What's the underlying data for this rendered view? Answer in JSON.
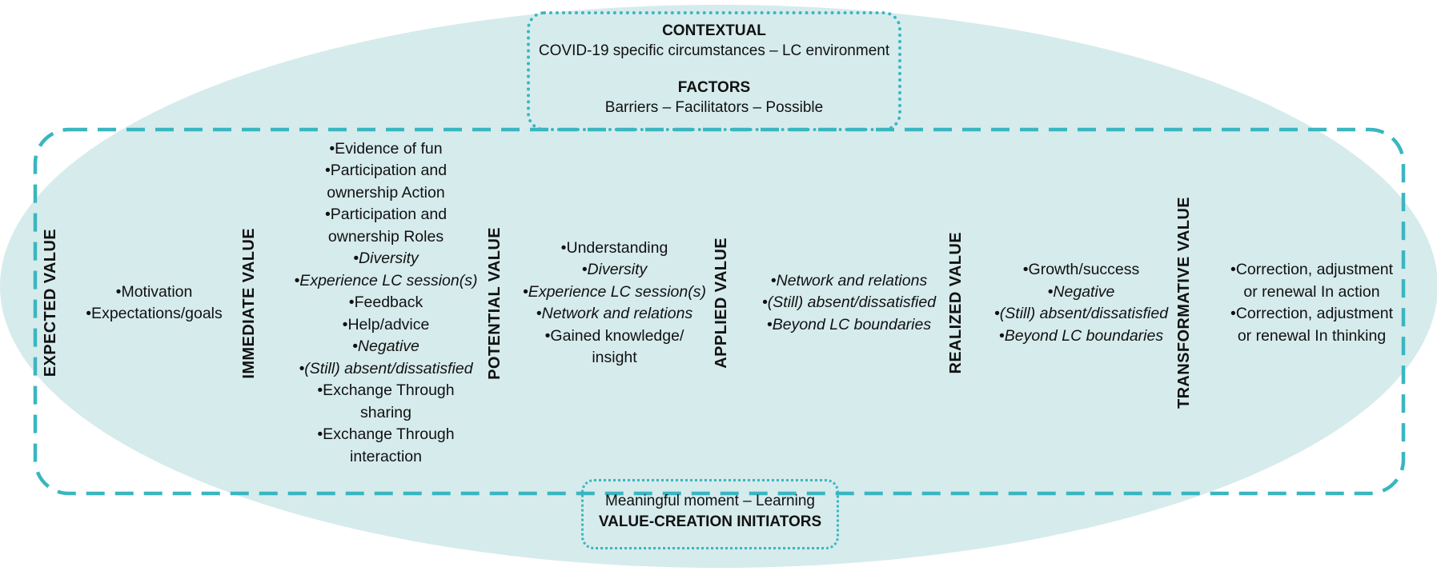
{
  "colors": {
    "ellipse_fill": "#d6ebec",
    "accent_teal": "#3ab6c0",
    "text": "#111111"
  },
  "bullet": "•",
  "top_box": {
    "title1": "CONTEXTUAL",
    "line1": "COVID-19 specific circumstances – LC environment",
    "title2": "FACTORS",
    "line2": "Barriers – Facilitators – Possible"
  },
  "bottom_box": {
    "line1": "Meaningful moment – Learning",
    "title": "VALUE-CREATION INITIATORS"
  },
  "columns": [
    {
      "label": "EXPECTED VALUE",
      "items": [
        {
          "lines": [
            "Motivation"
          ],
          "italic": false
        },
        {
          "lines": [
            "Expectations/goals"
          ],
          "italic": false
        }
      ]
    },
    {
      "label": "IMMEDIATE VALUE",
      "items": [
        {
          "lines": [
            "Evidence of fun"
          ],
          "italic": false
        },
        {
          "lines": [
            "Participation and",
            "ownership Action"
          ],
          "italic": false
        },
        {
          "lines": [
            "Participation and",
            "ownership Roles"
          ],
          "italic": false
        },
        {
          "lines": [
            "Diversity"
          ],
          "italic": true
        },
        {
          "lines": [
            "Experience LC session(s)"
          ],
          "italic": true
        },
        {
          "lines": [
            "Feedback"
          ],
          "italic": false
        },
        {
          "lines": [
            "Help/advice"
          ],
          "italic": false
        },
        {
          "lines": [
            "Negative"
          ],
          "italic": true
        },
        {
          "lines": [
            "(Still) absent/dissatisfied"
          ],
          "italic": true
        },
        {
          "lines": [
            "Exchange Through",
            "sharing"
          ],
          "italic": false
        },
        {
          "lines": [
            "Exchange Through",
            "interaction"
          ],
          "italic": false
        }
      ]
    },
    {
      "label": "POTENTIAL VALUE",
      "items": [
        {
          "lines": [
            "Understanding"
          ],
          "italic": false
        },
        {
          "lines": [
            "Diversity"
          ],
          "italic": true
        },
        {
          "lines": [
            "Experience LC session(s)"
          ],
          "italic": true
        },
        {
          "lines": [
            "Network and relations"
          ],
          "italic": true
        },
        {
          "lines": [
            "Gained knowledge/",
            "insight"
          ],
          "italic": false
        }
      ]
    },
    {
      "label": "APPLIED VALUE",
      "items": [
        {
          "lines": [
            "Network and relations"
          ],
          "italic": true
        },
        {
          "lines": [
            "(Still) absent/dissatisfied"
          ],
          "italic": true
        },
        {
          "lines": [
            "Beyond LC boundaries"
          ],
          "italic": true
        }
      ]
    },
    {
      "label": "REALIZED VALUE",
      "items": [
        {
          "lines": [
            "Growth/success"
          ],
          "italic": false
        },
        {
          "lines": [
            "Negative"
          ],
          "italic": true
        },
        {
          "lines": [
            "(Still) absent/dissatisfied"
          ],
          "italic": true
        },
        {
          "lines": [
            "Beyond LC boundaries"
          ],
          "italic": true
        }
      ]
    },
    {
      "label": "TRANSFORMATIVE VALUE",
      "items": [
        {
          "lines": [
            "Correction, adjustment",
            "or renewal In action"
          ],
          "italic": false
        },
        {
          "lines": [
            "Correction, adjustment",
            "or renewal In thinking"
          ],
          "italic": false
        }
      ]
    }
  ]
}
